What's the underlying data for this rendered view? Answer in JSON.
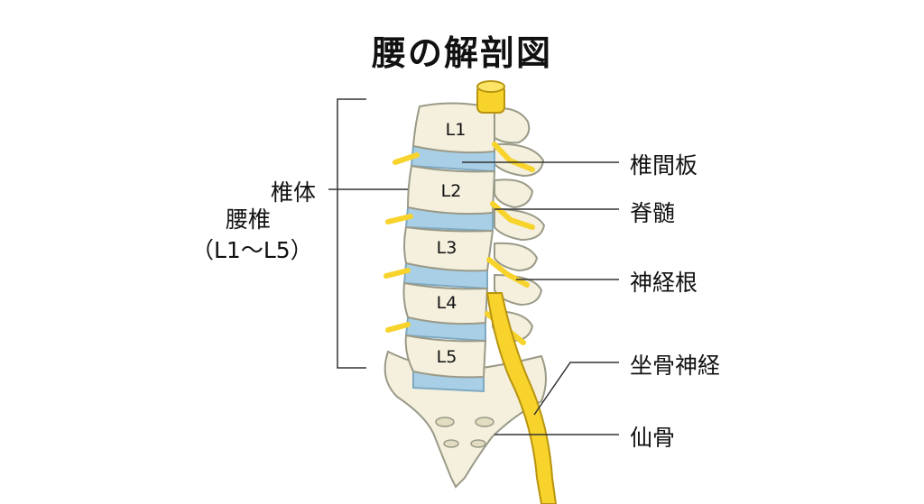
{
  "title": "腰の解剖図",
  "vertebrae": [
    "L1",
    "L2",
    "L3",
    "L4",
    "L5"
  ],
  "left_labels": {
    "vertebral_body": "椎体",
    "lumbar_vertebrae": "腰椎",
    "range": "（L1〜L5）"
  },
  "right_labels": {
    "intervertebral_disc": "椎間板",
    "spinal_cord": "脊髄",
    "nerve_root": "神経根",
    "sciatic_nerve": "坐骨神経",
    "sacrum": "仙骨"
  },
  "colors": {
    "bone": "#f4f0dd",
    "bone_outline": "#9a9a88",
    "disc": "#a9cfe6",
    "nerve": "#f7d32c",
    "nerve_outline": "#b89410",
    "line": "#333333"
  }
}
